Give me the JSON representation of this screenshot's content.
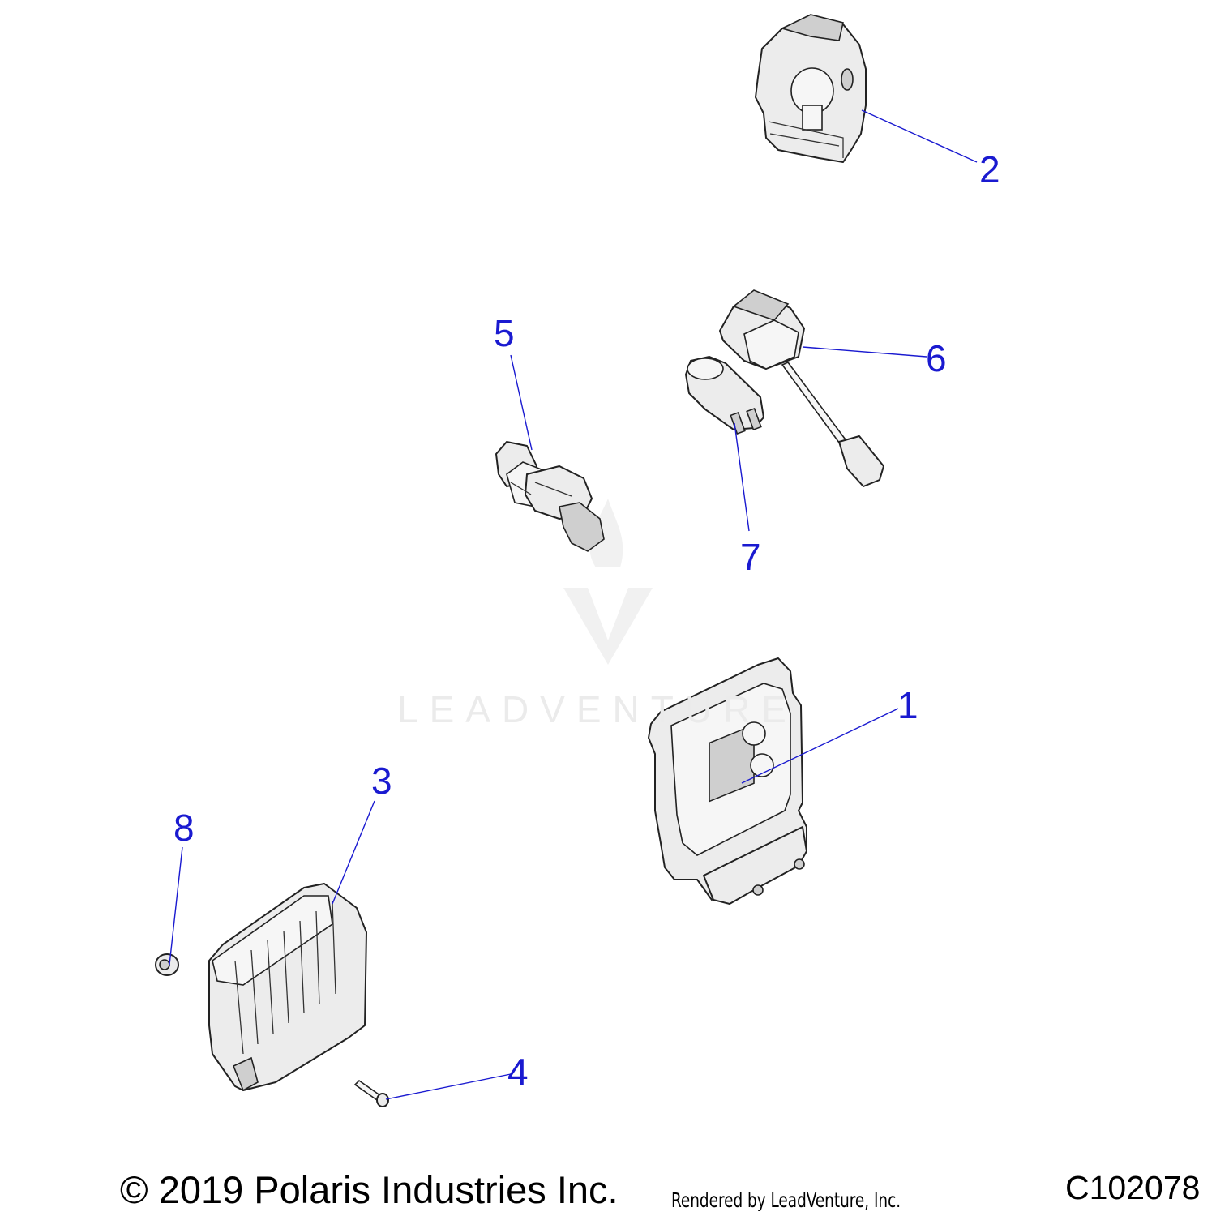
{
  "watermark": {
    "brand_text": "LEADVENTURE"
  },
  "callouts": [
    {
      "id": "1",
      "label": "1"
    },
    {
      "id": "2",
      "label": "2"
    },
    {
      "id": "3",
      "label": "3"
    },
    {
      "id": "4",
      "label": "4"
    },
    {
      "id": "5",
      "label": "5"
    },
    {
      "id": "6",
      "label": "6"
    },
    {
      "id": "7",
      "label": "7"
    },
    {
      "id": "8",
      "label": "8"
    }
  ],
  "footer": {
    "copyright": "© 2019 Polaris Industries Inc.",
    "rendered_by": "Rendered by LeadVenture, Inc.",
    "diagram_code": "C102078"
  },
  "colors": {
    "callout": "#1a1ad0",
    "part_fill": "#ececec",
    "outline": "#222222",
    "watermark": "#ebebeb"
  }
}
